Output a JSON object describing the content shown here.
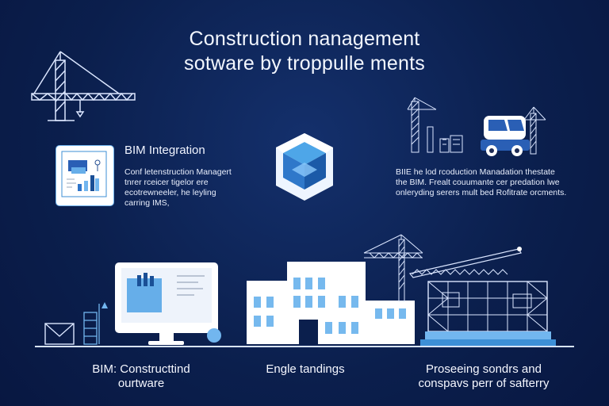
{
  "title": {
    "line1": "Construction nanagement",
    "line2": "sotware by troppulle ments"
  },
  "left_panel": {
    "heading": "BIM Integration",
    "text1": "Conf letenstruction Managert",
    "text2": "tnrer rceicer tigelor ere",
    "text3": "ecotrewneeler, he leyling",
    "text4": "carring IMS,"
  },
  "right_panel": {
    "text1": "BIIE he lod rcoduction Manadation thestate",
    "text2": "the BIM. Frealt couumante cer predation lwe",
    "text3": "onleryding serers mult bed Rofitrate orcments."
  },
  "bottom_labels": {
    "left_line1": "BIM: Constructtind",
    "left_line2": "ourtware",
    "center": "Engle tandings",
    "right_line1": "Proseeing sondrs and",
    "right_line2": "conspavs perr of safterry"
  },
  "colors": {
    "background": "#0b1f4d",
    "accent_blue": "#3d8fd6",
    "light_blue": "#72b6ef",
    "line_white": "#dbe6ff"
  },
  "icons": [
    "tower-crane-icon",
    "tablet-dashboard-icon",
    "bim-cube-icon",
    "construction-truck-icon",
    "desktop-monitor-icon",
    "building-icon",
    "construction-crane-icon"
  ]
}
